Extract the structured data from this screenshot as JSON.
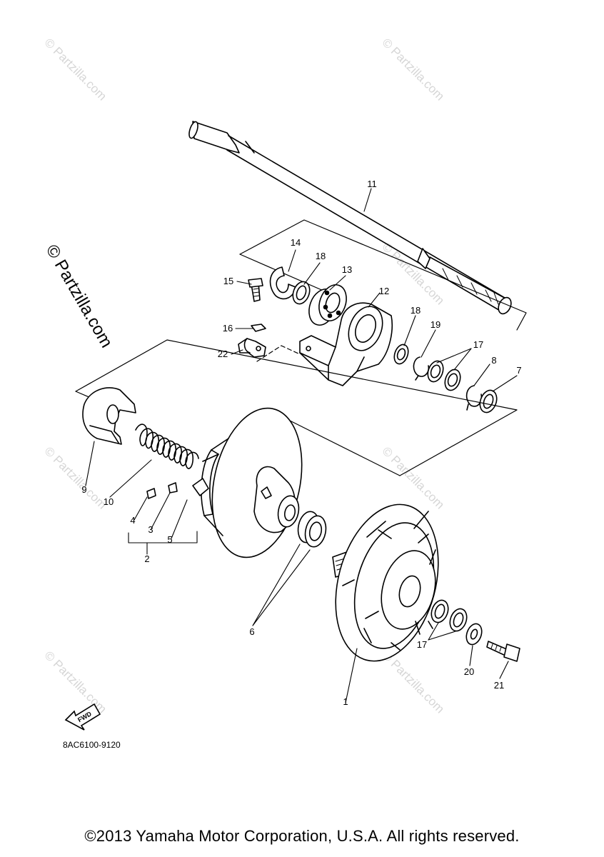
{
  "watermark": "© Partzilla.com",
  "diagram_code": "8AC6100-9120",
  "fwd_label": "FWD",
  "copyright": "©2013 Yamaha Motor Corporation, U.S.A. All rights reserved.",
  "callouts": {
    "c1": "1",
    "c2": "2",
    "c3": "3",
    "c4": "4",
    "c5": "5",
    "c6": "6",
    "c7": "7",
    "c8": "8",
    "c9": "9",
    "c10": "10",
    "c11": "11",
    "c12": "12",
    "c13": "13",
    "c14": "14",
    "c15": "15",
    "c16": "16",
    "c17a": "17",
    "c17b": "17",
    "c18a": "18",
    "c18b": "18",
    "c19": "19",
    "c20": "20",
    "c21": "21",
    "c22": "22"
  }
}
